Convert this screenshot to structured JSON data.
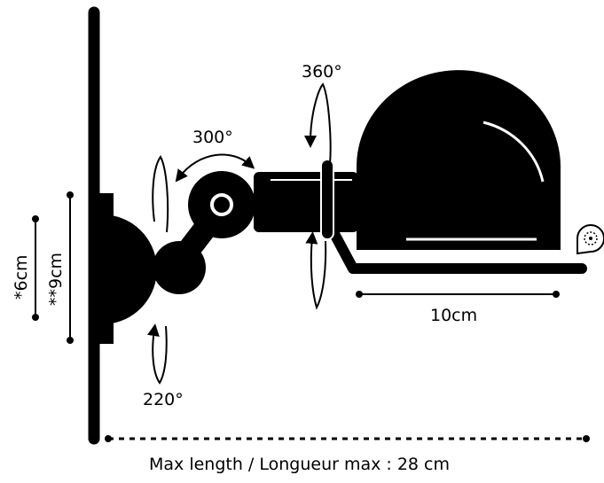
{
  "rotations": {
    "base": "220°",
    "elbow": "300°",
    "arm": "360°"
  },
  "dimensions": {
    "single": "*6cm",
    "double": "**9cm",
    "reflector": "10cm"
  },
  "caption": "Max length / Longueur  max : 28 cm",
  "icons": {
    "badge": "asterisk-drop-icon"
  },
  "colors": {
    "ink": "#000000",
    "background": "#ffffff"
  }
}
